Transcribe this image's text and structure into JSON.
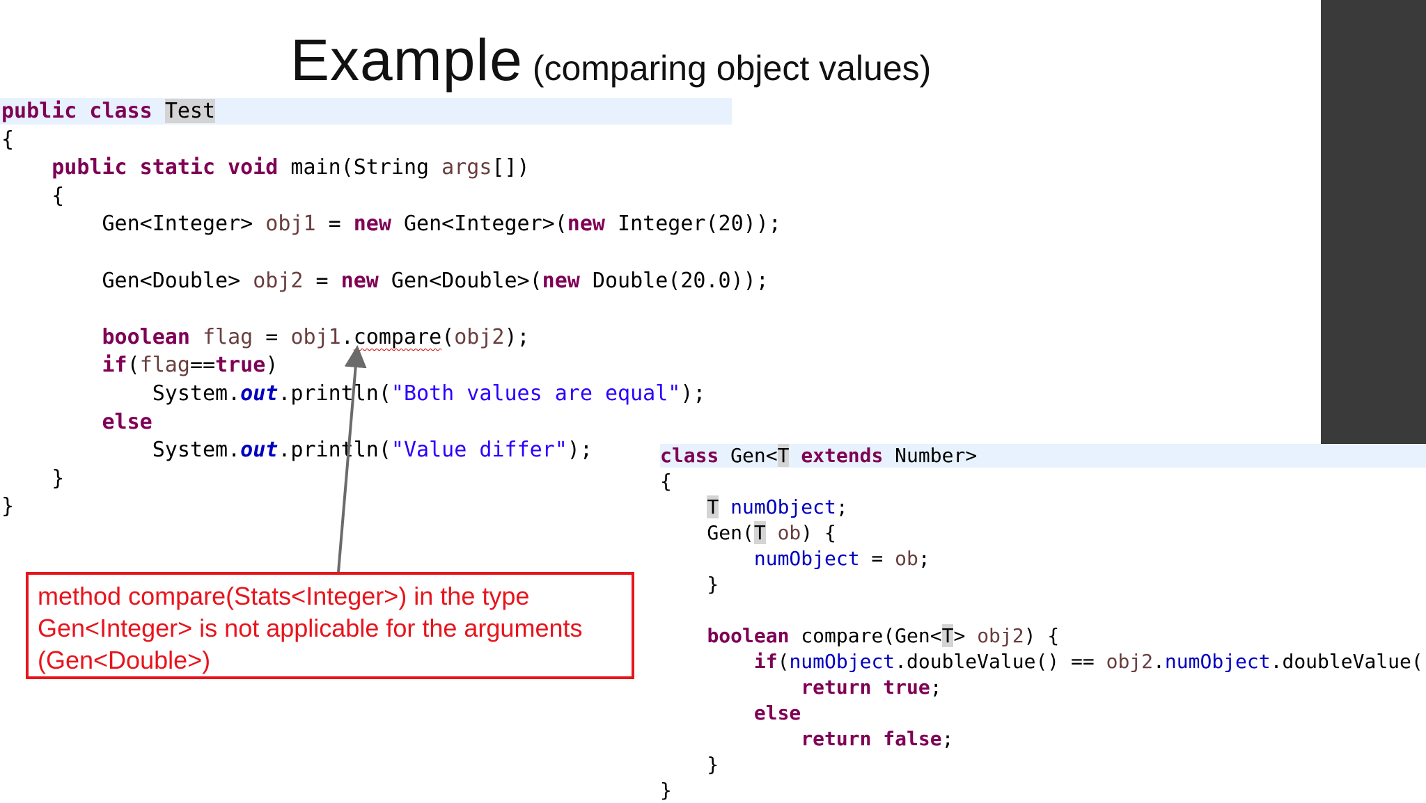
{
  "slide": {
    "title_main": "Example",
    "title_sub": "(comparing object values)"
  },
  "test_code": [
    [
      {
        "t": "public class ",
        "c": "kw"
      },
      {
        "t": "Test",
        "c": "sel"
      }
    ],
    [
      {
        "t": "{"
      }
    ],
    [
      {
        "t": "    "
      },
      {
        "t": "public static void ",
        "c": "kw"
      },
      {
        "t": "main(String "
      },
      {
        "t": "args",
        "c": "var"
      },
      {
        "t": "[])"
      }
    ],
    [
      {
        "t": "    {"
      }
    ],
    [
      {
        "t": "        Gen<Integer> "
      },
      {
        "t": "obj1",
        "c": "var"
      },
      {
        "t": " = "
      },
      {
        "t": "new",
        "c": "kw"
      },
      {
        "t": " Gen<Integer>("
      },
      {
        "t": "new",
        "c": "kw"
      },
      {
        "t": " Integer(20));"
      }
    ],
    [
      {
        "t": ""
      }
    ],
    [
      {
        "t": "        Gen<Double> "
      },
      {
        "t": "obj2",
        "c": "var"
      },
      {
        "t": " = "
      },
      {
        "t": "new",
        "c": "kw"
      },
      {
        "t": " Gen<Double>("
      },
      {
        "t": "new",
        "c": "kw"
      },
      {
        "t": " Double(20.0));"
      }
    ],
    [
      {
        "t": ""
      }
    ],
    [
      {
        "t": "        "
      },
      {
        "t": "boolean",
        "c": "kw"
      },
      {
        "t": " "
      },
      {
        "t": "flag",
        "c": "var"
      },
      {
        "t": " = "
      },
      {
        "t": "obj1",
        "c": "var"
      },
      {
        "t": "."
      },
      {
        "t": "compare",
        "c": "squiggle"
      },
      {
        "t": "("
      },
      {
        "t": "obj2",
        "c": "var"
      },
      {
        "t": ");"
      }
    ],
    [
      {
        "t": "        "
      },
      {
        "t": "if",
        "c": "kw"
      },
      {
        "t": "("
      },
      {
        "t": "flag",
        "c": "var"
      },
      {
        "t": "=="
      },
      {
        "t": "true",
        "c": "kw"
      },
      {
        "t": ")"
      }
    ],
    [
      {
        "t": "            System."
      },
      {
        "t": "out",
        "c": "sfld"
      },
      {
        "t": ".println("
      },
      {
        "t": "\"Both values are equal\"",
        "c": "str"
      },
      {
        "t": ");"
      }
    ],
    [
      {
        "t": "        "
      },
      {
        "t": "else",
        "c": "kw"
      }
    ],
    [
      {
        "t": "            System."
      },
      {
        "t": "out",
        "c": "sfld"
      },
      {
        "t": ".println("
      },
      {
        "t": "\"Value differ\"",
        "c": "str"
      },
      {
        "t": ");"
      }
    ],
    [
      {
        "t": "    }"
      }
    ],
    [
      {
        "t": "}"
      }
    ]
  ],
  "gen_code": [
    [
      {
        "t": "class ",
        "c": "kw"
      },
      {
        "t": "Gen<"
      },
      {
        "t": "T",
        "c": "sel"
      },
      {
        "t": " "
      },
      {
        "t": "extends ",
        "c": "kw"
      },
      {
        "t": "Number>"
      }
    ],
    [
      {
        "t": "{"
      }
    ],
    [
      {
        "t": "    "
      },
      {
        "t": "T",
        "c": "sel"
      },
      {
        "t": " "
      },
      {
        "t": "numObject",
        "c": "fld"
      },
      {
        "t": ";"
      }
    ],
    [
      {
        "t": "    Gen("
      },
      {
        "t": "T",
        "c": "sel"
      },
      {
        "t": " "
      },
      {
        "t": "ob",
        "c": "var"
      },
      {
        "t": ") {"
      }
    ],
    [
      {
        "t": "        "
      },
      {
        "t": "numObject",
        "c": "fld"
      },
      {
        "t": " = "
      },
      {
        "t": "ob",
        "c": "var"
      },
      {
        "t": ";"
      }
    ],
    [
      {
        "t": "    }"
      }
    ],
    [
      {
        "t": ""
      }
    ],
    [
      {
        "t": "    "
      },
      {
        "t": "boolean",
        "c": "kw"
      },
      {
        "t": " compare(Gen<"
      },
      {
        "t": "T",
        "c": "sel"
      },
      {
        "t": "> "
      },
      {
        "t": "obj2",
        "c": "var"
      },
      {
        "t": ") {"
      }
    ],
    [
      {
        "t": "        "
      },
      {
        "t": "if",
        "c": "kw"
      },
      {
        "t": "("
      },
      {
        "t": "numObject",
        "c": "fld"
      },
      {
        "t": ".doubleValue() == "
      },
      {
        "t": "obj2",
        "c": "var"
      },
      {
        "t": "."
      },
      {
        "t": "numObject",
        "c": "fld"
      },
      {
        "t": ".doubleValue())"
      }
    ],
    [
      {
        "t": "            "
      },
      {
        "t": "return true",
        "c": "kw"
      },
      {
        "t": ";"
      }
    ],
    [
      {
        "t": "        "
      },
      {
        "t": "else",
        "c": "kw"
      }
    ],
    [
      {
        "t": "            "
      },
      {
        "t": "return false",
        "c": "kw"
      },
      {
        "t": ";"
      }
    ],
    [
      {
        "t": "    }"
      }
    ],
    [
      {
        "t": "}"
      }
    ]
  ],
  "error": {
    "line1": "method compare(Stats<Integer>) in the type",
    "line2": "Gen<Integer> is not applicable for the arguments",
    "line3": "(Gen<Double>)"
  },
  "colors": {
    "keyword": "#7f0055",
    "field": "#0000c0",
    "string": "#2a00ff",
    "local_var": "#6a3e3e",
    "error": "#e8141c",
    "line_highlight": "#e8f2fe"
  }
}
